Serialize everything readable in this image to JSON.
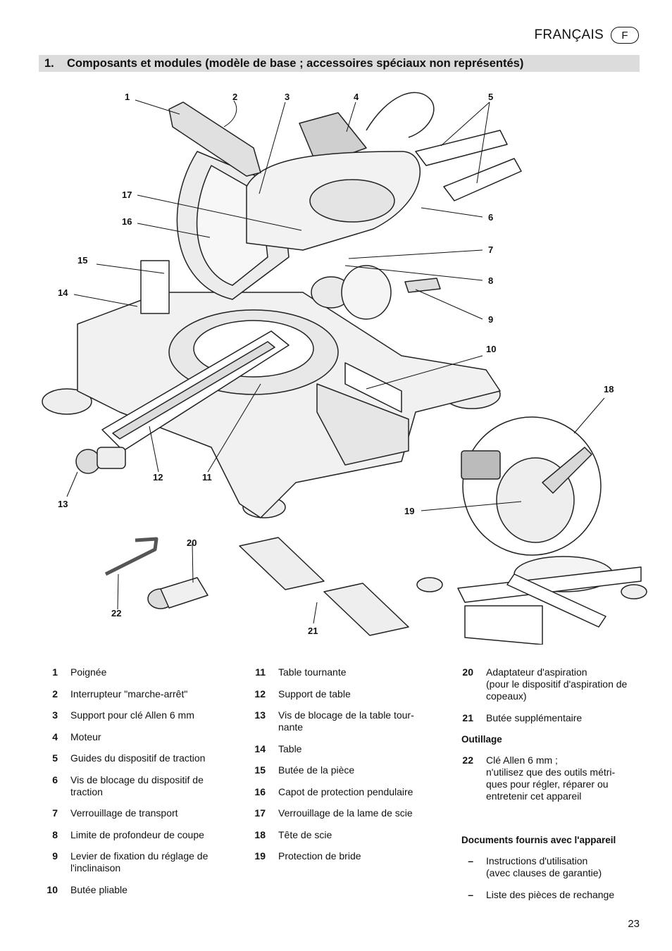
{
  "header": {
    "language": "FRANÇAIS",
    "language_code": "F"
  },
  "section": {
    "number": "1.",
    "title": "Composants et modules (modèle de base ; accessoires spéciaux non représentés)"
  },
  "figure": {
    "callouts": [
      "1",
      "2",
      "3",
      "4",
      "5",
      "6",
      "7",
      "8",
      "9",
      "10",
      "11",
      "12",
      "13",
      "14",
      "15",
      "16",
      "17",
      "18",
      "19",
      "20",
      "21",
      "22"
    ]
  },
  "parts": {
    "col1": [
      {
        "n": "1",
        "t": "Poignée"
      },
      {
        "n": "2",
        "t": "Interrupteur \"marche-arrêt\""
      },
      {
        "n": "3",
        "t": "Support pour clé Allen 6 mm"
      },
      {
        "n": "4",
        "t": "Moteur"
      },
      {
        "n": "5",
        "t": "Guides du dispositif de traction"
      },
      {
        "n": "6",
        "t": "Vis de blocage du dispositif de\ntraction"
      },
      {
        "n": "7",
        "t": "Verrouillage de transport"
      },
      {
        "n": "8",
        "t": "Limite de profondeur de coupe"
      },
      {
        "n": "9",
        "t": "Levier de fixation du réglage de\nl'inclinaison"
      },
      {
        "n": "10",
        "t": "Butée pliable"
      }
    ],
    "col2": [
      {
        "n": "11",
        "t": "Table tournante"
      },
      {
        "n": "12",
        "t": "Support de table"
      },
      {
        "n": "13",
        "t": "Vis de blocage de la table tour-\nnante"
      },
      {
        "n": "14",
        "t": "Table"
      },
      {
        "n": "15",
        "t": "Butée de la pièce"
      },
      {
        "n": "16",
        "t": "Capot de protection pendulaire"
      },
      {
        "n": "17",
        "t": "Verrouillage de la lame de scie"
      },
      {
        "n": "18",
        "t": "Tête de scie"
      },
      {
        "n": "19",
        "t": "Protection de bride"
      }
    ],
    "col3": [
      {
        "n": "20",
        "t": "Adaptateur d'aspiration\n(pour le dispositif d'aspiration de\ncopeaux)"
      },
      {
        "n": "21",
        "t": "Butée supplémentaire"
      }
    ],
    "tools_heading": "Outillage",
    "tools": [
      {
        "n": "22",
        "t": "Clé Allen 6 mm ;\nn'utilisez que des outils métri-\nques pour régler, réparer ou\nentretenir cet appareil"
      }
    ],
    "docs_heading": "Documents fournis avec l'appareil",
    "docs": [
      {
        "n": "–",
        "t": "Instructions d'utilisation\n(avec clauses de garantie)"
      },
      {
        "n": "–",
        "t": "Liste des pièces de rechange"
      }
    ]
  },
  "page_number": "23"
}
